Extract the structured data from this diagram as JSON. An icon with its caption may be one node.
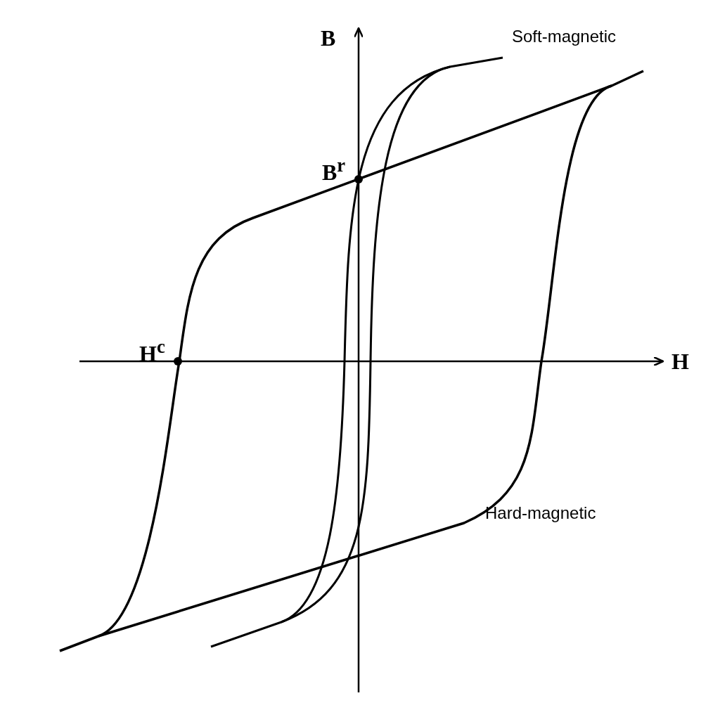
{
  "diagram": {
    "labels": [
      "B",
      "Soft-magnetic",
      "B$^{r}$",
      "H$^{c}$",
      "H",
      "Hard-magnetic"
    ]
  }
}
